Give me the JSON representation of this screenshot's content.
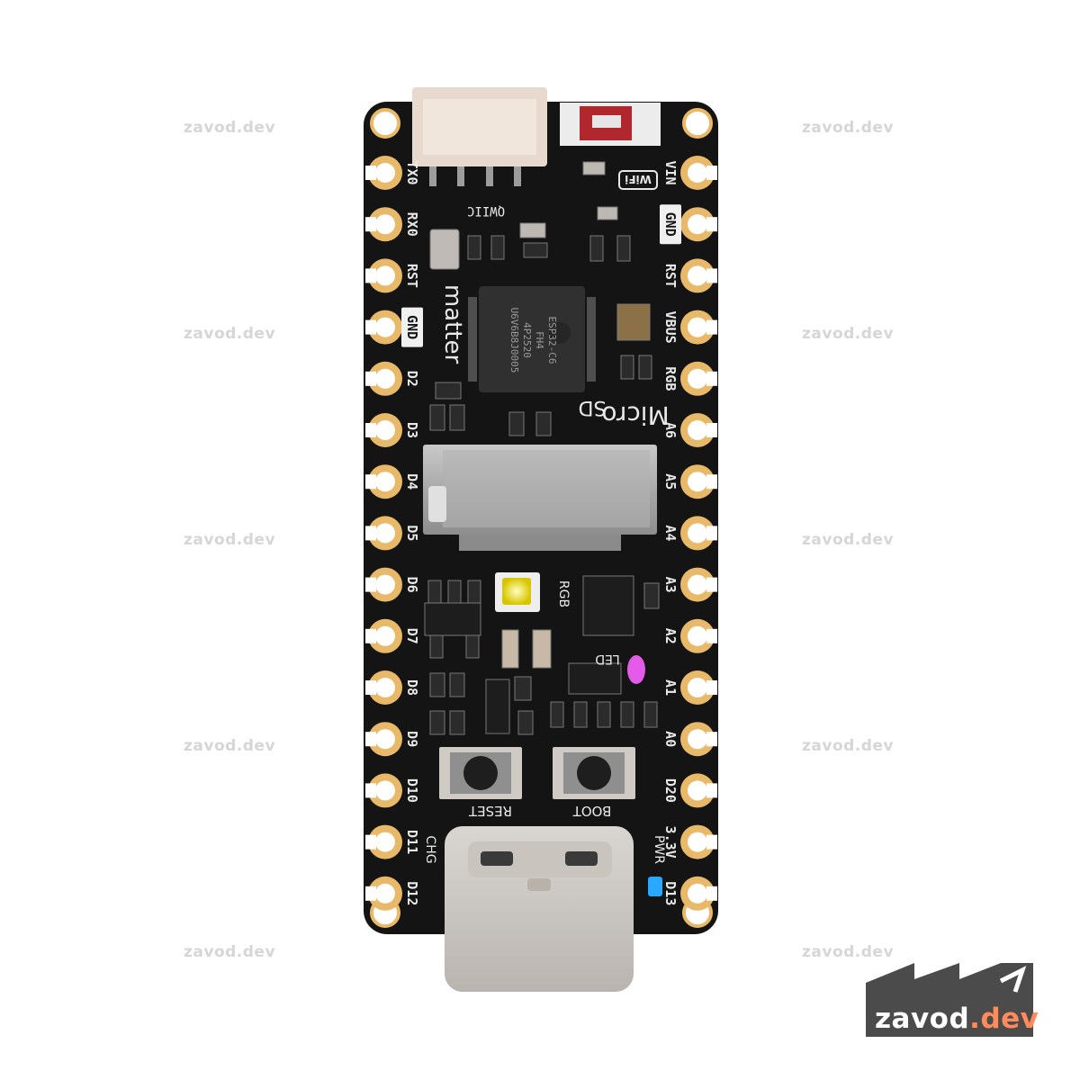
{
  "watermark": "zavod.dev",
  "logo": {
    "name": "zavod",
    "suffix": ".dev"
  },
  "board": {
    "connector_label": "QWIIC",
    "logo_text": "matter",
    "sd_label_1": "Micro",
    "sd_label_2": "SD",
    "rgb_label": "RGB",
    "led_label": "LED",
    "reset_label": "RESET",
    "boot_label": "BOOT",
    "chg_label": "CHG",
    "pwr_label": "PWR",
    "wifi_label": "WiFi",
    "chip_lines": [
      "ESP32-C6",
      "FH4",
      "4P2520",
      "U6V6B8J0005"
    ],
    "left_pins": [
      "TX0",
      "RX0",
      "RST",
      "GND",
      "D2",
      "D3",
      "D4",
      "D5",
      "D6",
      "D7",
      "D8",
      "D9",
      "D10",
      "D11",
      "D12"
    ],
    "right_pins": [
      "VIN",
      "GND",
      "RST",
      "VBUS",
      "RGB",
      "A6",
      "A5",
      "A4",
      "A3",
      "A2",
      "A1",
      "A0",
      "D20",
      "3.3V",
      "D13"
    ]
  },
  "colors": {
    "pcb": "#141414",
    "gold": "#e9b96a",
    "rgb_led": "#fff23a",
    "status_led": "#e35be8",
    "pwr_led": "#2aa8ff",
    "accent": "#ff8a5c"
  }
}
